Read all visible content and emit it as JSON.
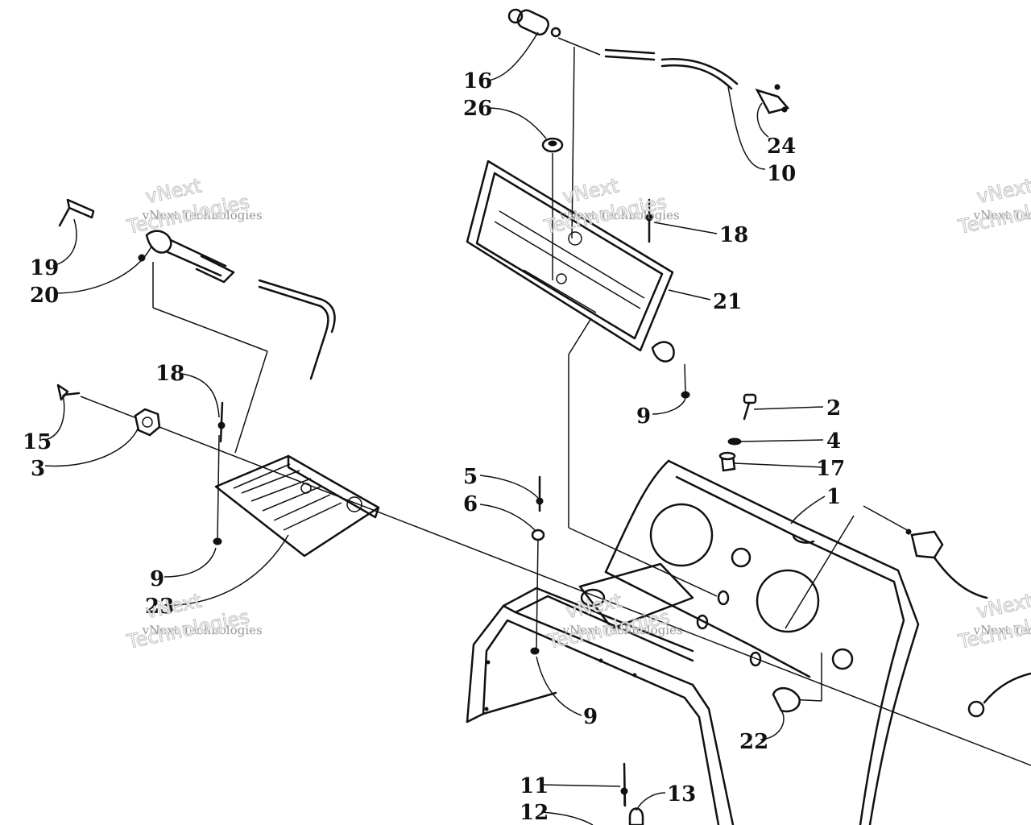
{
  "watermarks": [
    {
      "company": "vNext Technologies",
      "big_top": "vNext",
      "big_bottom": "Technologies"
    },
    {
      "company": "vNext Technologies",
      "big_top": "vNext",
      "big_bottom": "Technologies"
    },
    {
      "company": "vNext Technologies",
      "big_top": "vNext",
      "big_bottom": "Technologies"
    },
    {
      "company": "vNext Technologies",
      "big_top": "vNext",
      "big_bottom": "Technologies"
    },
    {
      "company": "vNext Technologies",
      "big_top": "vNext",
      "big_bottom": "Technologies"
    },
    {
      "company": "vNext Technologies",
      "big_top": "vNext",
      "big_bottom": "Technologies"
    }
  ],
  "callouts": [
    "16",
    "26",
    "24",
    "10",
    "18",
    "21",
    "19",
    "20",
    "18",
    "9",
    "2",
    "4",
    "15",
    "3",
    "17",
    "5",
    "1",
    "6",
    "9",
    "23",
    "9",
    "22",
    "11",
    "13",
    "12"
  ]
}
